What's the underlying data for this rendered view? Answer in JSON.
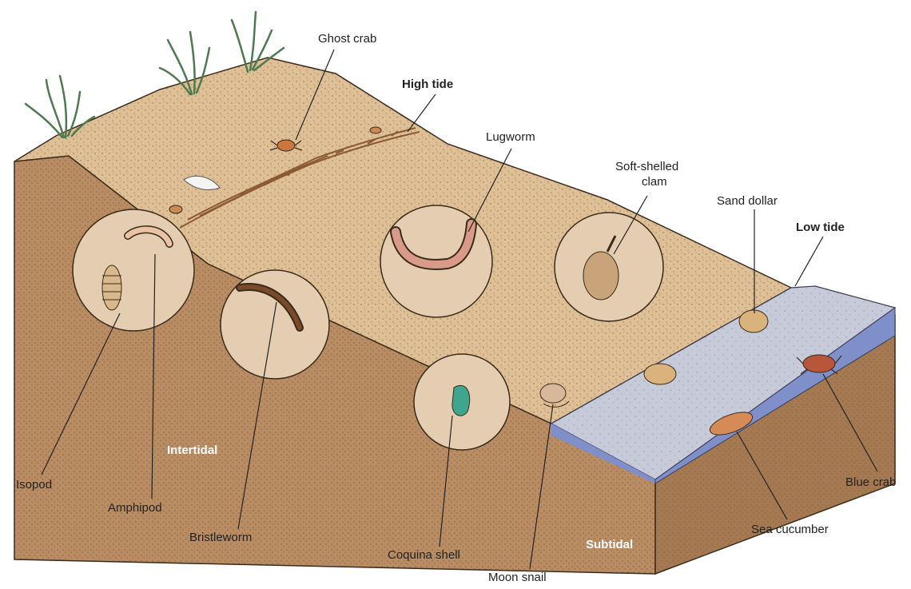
{
  "labels": {
    "ghost_crab": "Ghost crab",
    "high_tide": "High tide",
    "lugworm": "Lugworm",
    "soft_shelled_clam_line1": "Soft-shelled",
    "soft_shelled_clam_line2": "clam",
    "sand_dollar": "Sand dollar",
    "low_tide": "Low tide",
    "isopod": "Isopod",
    "amphipod": "Amphipod",
    "bristleworm": "Bristleworm",
    "coquina_shell": "Coquina shell",
    "moon_snail": "Moon snail",
    "blue_crab": "Blue crab",
    "sea_cucumber": "Sea cucumber"
  },
  "zones": {
    "intertidal": "Intertidal",
    "subtidal": "Subtidal"
  },
  "colors": {
    "sand_surface": "#dfc096",
    "sand_side": "#b98c63",
    "water_surface": "#c7cbd9",
    "water_side": "#7f8fc9",
    "seaweed_line": "#8a5a32",
    "magnifier_fill": "#e4cdb0",
    "grass": "#4f7a4f"
  }
}
